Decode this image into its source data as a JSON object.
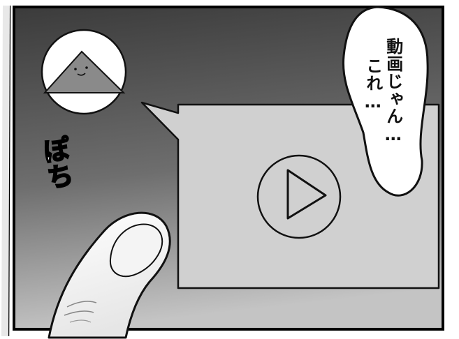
{
  "speech_bubble": {
    "lines": [
      "動画じゃん…",
      "これ…"
    ]
  },
  "sound_effect": {
    "text": "ぽち"
  },
  "video_thumbnail": {
    "icon": "play-icon"
  },
  "preview_icon": {
    "icon": "smiling-triangle-icon"
  },
  "colors": {
    "screen_dark": "#3f3f3f",
    "screen_light": "#bdbdbd",
    "card": "#cfcfcf",
    "border": "#000000"
  }
}
